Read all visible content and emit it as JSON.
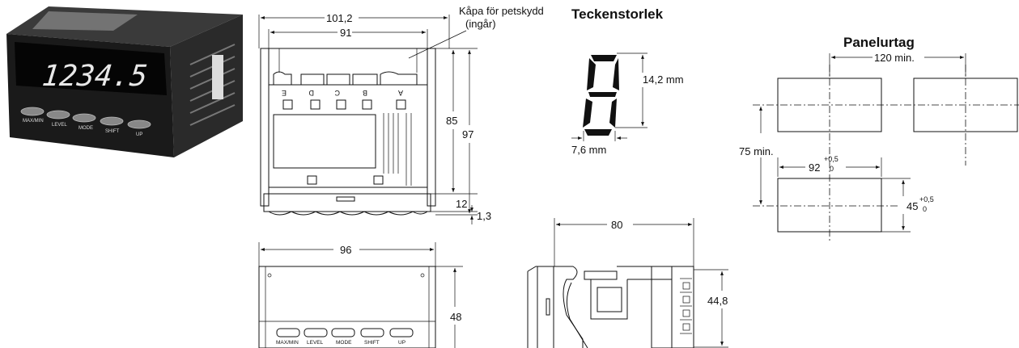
{
  "photo": {
    "display": "1234.5",
    "buttons": [
      "MAX/MIN",
      "LEVEL",
      "MODE",
      "SHIFT",
      "UP"
    ]
  },
  "front_view": {
    "cover_label_line1": "Kåpa för petskydd",
    "cover_label_line2": "(ingår)",
    "dim_width_outer": "101,2",
    "dim_width_inner": "91",
    "dim_height_85": "85",
    "dim_height_97": "97",
    "dim_12": "12",
    "dim_1_3": "1,3",
    "terminal_letters": [
      "E",
      "D",
      "C",
      "B",
      "A"
    ]
  },
  "bottom_view": {
    "dim_width": "96",
    "dim_height": "48",
    "buttons": [
      "MAX/MIN",
      "LEVEL",
      "MODE",
      "SHIFT",
      "UP"
    ]
  },
  "char_size": {
    "title": "Teckenstorlek",
    "height": "14,2 mm",
    "width": "7,6 mm"
  },
  "side_view": {
    "dim_depth": "80",
    "dim_height": "44,8"
  },
  "panel_cutout": {
    "title": "Panelurtag",
    "min_spacing_h": "120 min.",
    "min_spacing_v": "75 min.",
    "cut_width": "92",
    "cut_width_tol_upper": "+0,5",
    "cut_width_tol_lower": "0",
    "cut_height": "45",
    "cut_height_tol_upper": "+0,5",
    "cut_height_tol_lower": "0"
  }
}
